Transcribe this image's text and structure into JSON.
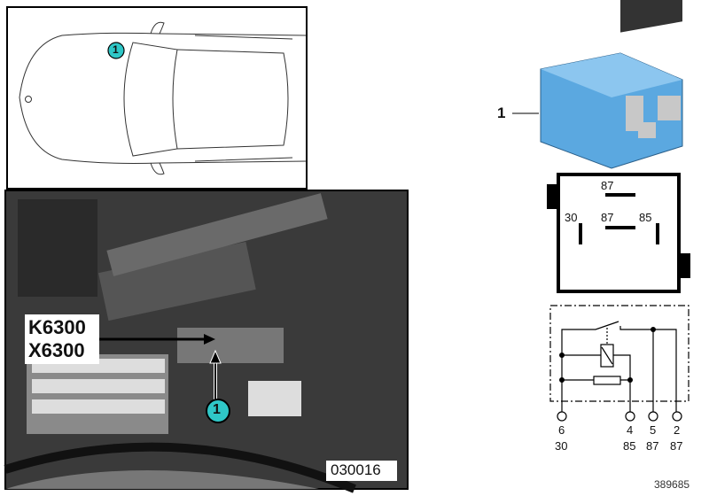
{
  "callout_number": "1",
  "part_label": "1",
  "photo": {
    "labels": [
      "K6300",
      "X6300"
    ],
    "photo_number": "030016"
  },
  "pin_layout": {
    "top": "87",
    "left": "30",
    "center": "87",
    "right": "85"
  },
  "schematic": {
    "pins": [
      {
        "pin": "6",
        "terminal": "30"
      },
      {
        "pin": "4",
        "terminal": "85"
      },
      {
        "pin": "5",
        "terminal": "87"
      },
      {
        "pin": "2",
        "terminal": "87"
      }
    ]
  },
  "diagram_number": "389685",
  "colors": {
    "callout": "#2fc7c7",
    "relay": "#5ba8e0",
    "photo_bg": "#3a3a3a"
  }
}
